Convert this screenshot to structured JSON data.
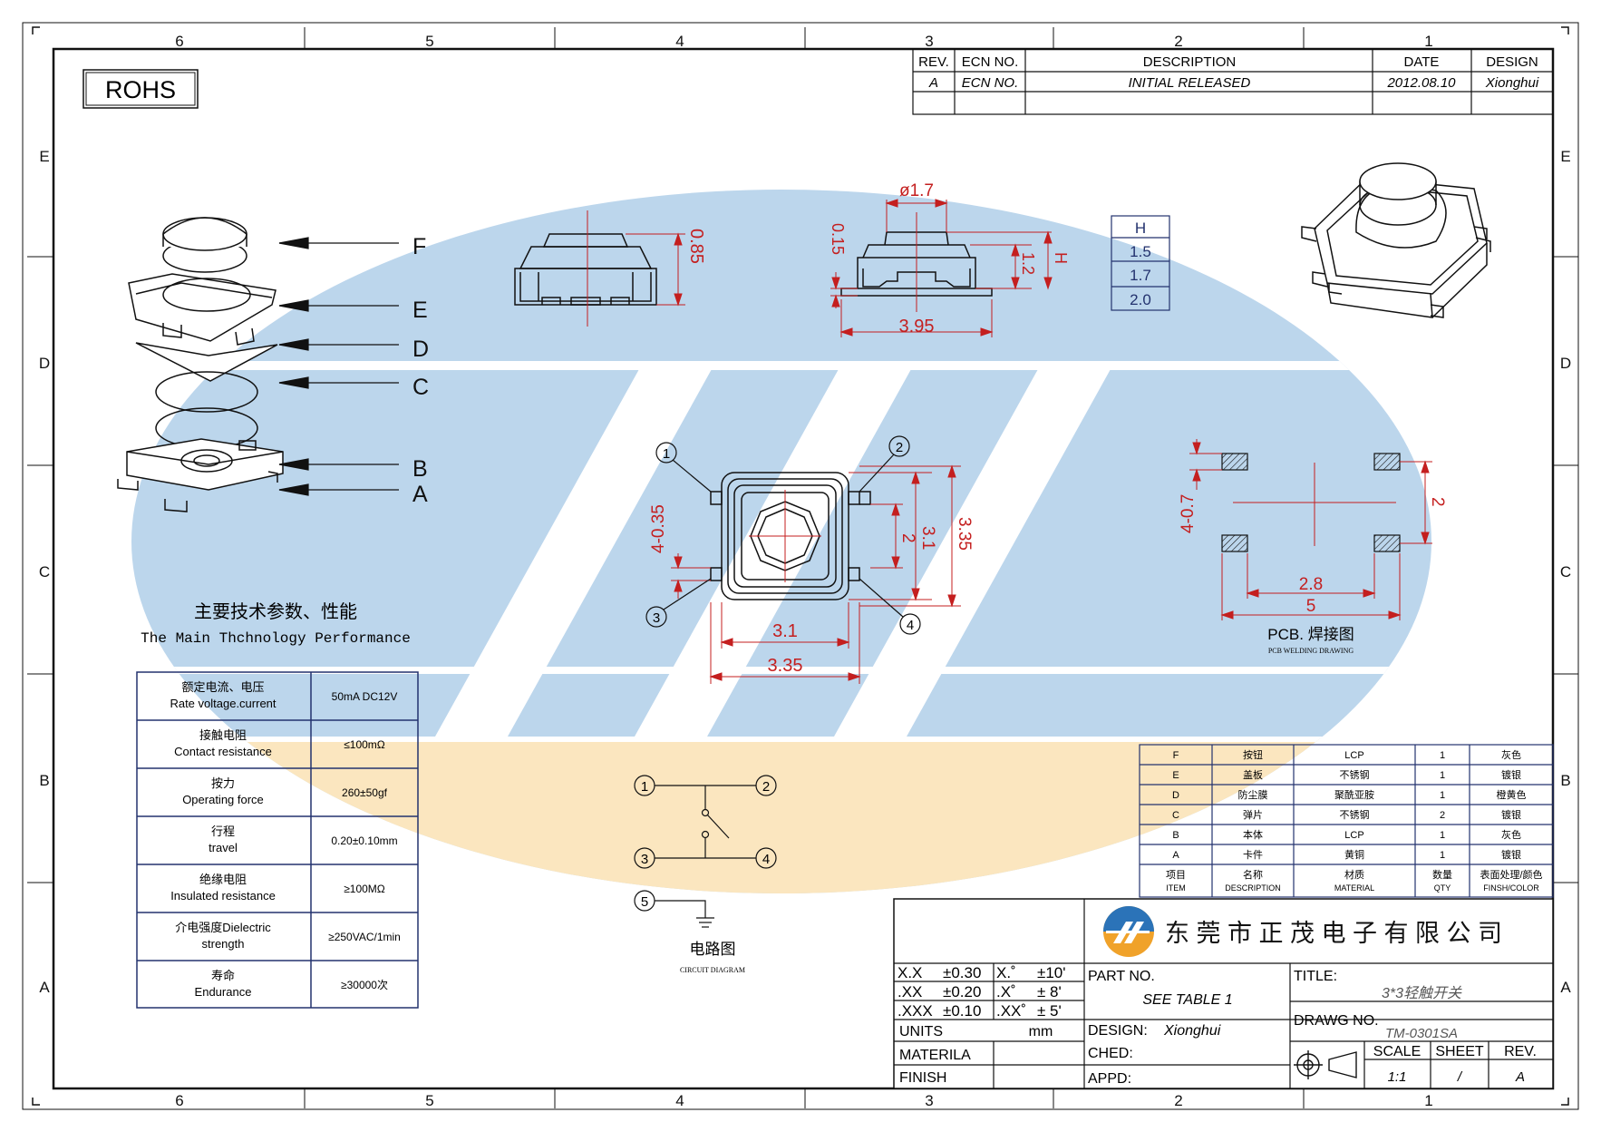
{
  "border": {
    "zones_top": [
      "6",
      "5",
      "4",
      "3",
      "2",
      "1"
    ],
    "zones_bottom": [
      "6",
      "5",
      "4",
      "3",
      "2",
      "1"
    ],
    "rows_left": [
      "E",
      "D",
      "C",
      "B",
      "A"
    ],
    "rows_right": [
      "E",
      "D",
      "C",
      "B",
      "A"
    ]
  },
  "rohs_label": "ROHS",
  "revision_table": {
    "headers": [
      "REV.",
      "ECN NO.",
      "DESCRIPTION",
      "DATE",
      "DESIGN"
    ],
    "rows": [
      [
        "A",
        "ECN NO.",
        "INITIAL RELEASED",
        "2012.08.10",
        "Xionghui"
      ]
    ]
  },
  "exploded_view": {
    "labels": [
      "F",
      "E",
      "D",
      "C",
      "B",
      "A"
    ]
  },
  "side_view": {
    "dim_height": "0.85"
  },
  "front_view": {
    "dim_diameter": "ø1.7",
    "dim_step": "0.15",
    "dim_inner": "1.2",
    "dim_h": "H",
    "dim_width": "3.95"
  },
  "h_table": {
    "header": "H",
    "values": [
      "1.5",
      "1.7",
      "2.0"
    ]
  },
  "top_view": {
    "pins": [
      "1",
      "2",
      "3",
      "4"
    ],
    "dim_pin": "4-0.35",
    "dim_2": "2",
    "dim_3_1_v": "3.1",
    "dim_3_35_v": "3.35",
    "dim_3_1_h": "3.1",
    "dim_3_35_h": "3.35"
  },
  "pcb": {
    "dim_pad": "4-0.7",
    "dim_2": "2",
    "dim_2_8": "2.8",
    "dim_5": "5",
    "title": "PCB. 焊接图",
    "subtitle": "PCB WELDING DRAWING"
  },
  "specs": {
    "title_cn": "主要技术参数、性能",
    "title_en": "The Main Thchnology Performance",
    "rows": [
      {
        "cn": "额定电流、电压",
        "en": "Rate voltage.current",
        "value": "50mA DC12V"
      },
      {
        "cn": "接触电阻",
        "en": "Contact resistance",
        "value": "≤100mΩ"
      },
      {
        "cn": "按力",
        "en": "Operating force",
        "value": "260±50gf"
      },
      {
        "cn": "行程",
        "en": "travel",
        "value": "0.20±0.10mm"
      },
      {
        "cn": "绝缘电阻",
        "en": "Insulated resistance",
        "value": "≥100MΩ"
      },
      {
        "cn": "介电强度Dielectric",
        "en": "strength",
        "value": "≥250VAC/1min"
      },
      {
        "cn": "寿命",
        "en": "Endurance",
        "value": "≥30000次"
      }
    ]
  },
  "circuit": {
    "nodes": [
      "1",
      "2",
      "3",
      "4",
      "5"
    ],
    "title": "电路图",
    "subtitle": "CIRCUIT DIAGRAM"
  },
  "bom": {
    "rows": [
      [
        "F",
        "按钮",
        "LCP",
        "1",
        "灰色"
      ],
      [
        "E",
        "盖板",
        "不锈钢",
        "1",
        "镀银"
      ],
      [
        "D",
        "防尘膜",
        "聚酰亚胺",
        "1",
        "橙黄色"
      ],
      [
        "C",
        "弹片",
        "不锈钢",
        "2",
        "镀银"
      ],
      [
        "B",
        "本体",
        "LCP",
        "1",
        "灰色"
      ],
      [
        "A",
        "卡件",
        "黄铜",
        "1",
        "镀银"
      ]
    ],
    "header": [
      {
        "cn": "项目",
        "en": "ITEM"
      },
      {
        "cn": "名称",
        "en": "DESCRIPTION"
      },
      {
        "cn": "材质",
        "en": "MATERIAL"
      },
      {
        "cn": "数量",
        "en": "QTY"
      },
      {
        "cn": "表面处理/颜色",
        "en": "FINSH/COLOR"
      }
    ]
  },
  "title_block": {
    "company": "东 莞 市 正 茂 电 子 有 限 公 司",
    "tolerances": [
      [
        "X.X",
        "±0.30",
        "X.˚",
        "±10'"
      ],
      [
        ".XX",
        "±0.20",
        ".X˚",
        "± 8'"
      ],
      [
        ".XXX",
        "±0.10",
        ".XX˚",
        "± 5'"
      ]
    ],
    "units_label": "UNITS",
    "units_value": "mm",
    "material_label": "MATERILA",
    "finish_label": "FINISH",
    "part_no_label": "PART NO.",
    "part_no_value": "SEE TABLE 1",
    "design_label": "DESIGN:",
    "design_value": "Xionghui",
    "ched_label": "CHED:",
    "appd_label": "APPD:",
    "title_label": "TITLE:",
    "title_value": "3*3轻触开关",
    "drawg_label": "DRAWG NO.",
    "drawg_value": "TM-0301SA",
    "scale_label": "SCALE",
    "scale_value": "1:1",
    "sheet_label": "SHEET",
    "sheet_value": "/",
    "rev_label": "REV.",
    "rev_value": "A"
  },
  "colors": {
    "watermark_blue": "#bcd6ec",
    "watermark_orange": "#fbe6bf",
    "dimension_red": "#c41f1f",
    "spec_table_blue": "#23326e"
  }
}
